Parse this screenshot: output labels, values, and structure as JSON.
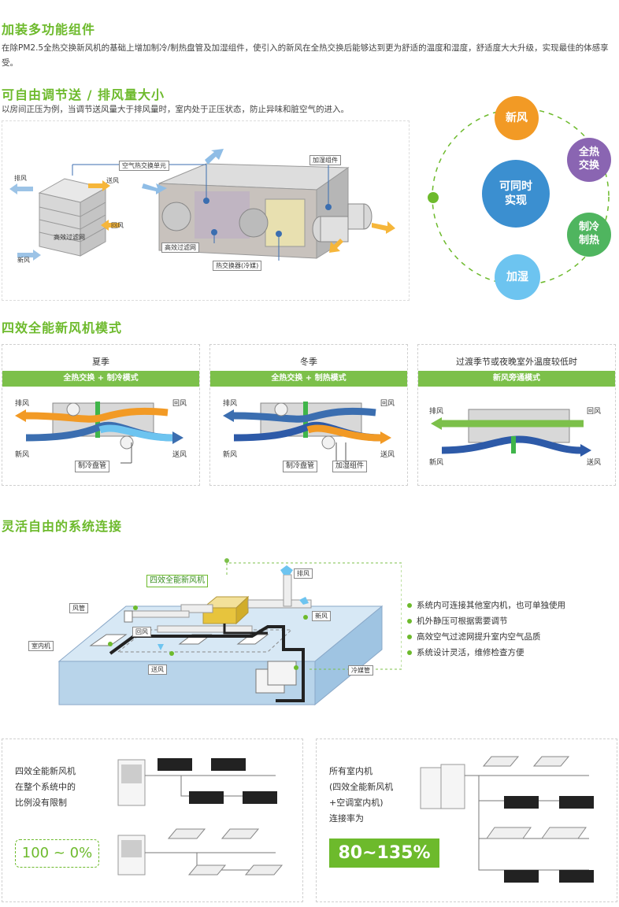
{
  "section1": {
    "title": "加装多功能组件",
    "desc": "在除PM2.5全热交换新风机的基础上增加制冷/制热盘管及加湿组件，使引入的新风在全热交换后能够达到更为舒适的温度和湿度，舒适度大大升级，实现最佳的体感享受。"
  },
  "section2": {
    "title": "可自由调节送 / 排风量大小",
    "desc": "以房间正压为例，当调节送风量大于排风量时，室内处于正压状态，防止异味和脏空气的进入。",
    "diagram_labels": {
      "exhaust": "排风",
      "supply": "送风",
      "return": "回风",
      "filter_core": "高效过滤网",
      "fresh": "新风",
      "heat_exchange_unit": "空气热交换单元",
      "humidifier": "加湿组件",
      "filter": "高效过滤网",
      "coil": "热交换器(冷媒)"
    },
    "circles": {
      "center": "可同时\n实现",
      "fresh_air": "新风",
      "heat_exchange": "全热\n交换",
      "cool_heat": "制冷\n制热",
      "humidify": "加湿"
    }
  },
  "section3": {
    "title": "四效全能新风机模式",
    "modes": [
      {
        "season": "夏季",
        "mode": "全热交换 + 制冷模式",
        "exhaust": "排风",
        "return": "回风",
        "fresh": "新风",
        "supply": "送风",
        "tags": [
          "制冷盘管"
        ]
      },
      {
        "season": "冬季",
        "mode": "全热交换 + 制热模式",
        "exhaust": "排风",
        "return": "回风",
        "fresh": "新风",
        "supply": "送风",
        "tags": [
          "制冷盘管",
          "加湿组件"
        ]
      },
      {
        "season": "过渡季节或夜晚室外温度较低时",
        "mode": "新风旁通模式",
        "exhaust": "排风",
        "return": "回风",
        "fresh": "新风",
        "supply": "送风",
        "tags": []
      }
    ]
  },
  "section4": {
    "title": "灵活自由的系统连接",
    "labels": {
      "unit": "四效全能新风机",
      "exhaust": "排风",
      "fresh": "新风",
      "duct": "风管",
      "return": "回风",
      "indoor": "室内机",
      "supply": "送风",
      "refrigerant": "冷媒管"
    },
    "bullets": [
      "系统内可连接其他室内机，也可单独使用",
      "机外静压可根据需要调节",
      "高效空气过滤网提升室内空气品质",
      "系统设计灵活，维修检查方便"
    ]
  },
  "ratio_left": {
    "text1": "四效全能新风机",
    "text2": "在整个系统中的",
    "text3": "比例没有限制",
    "value": "100 ~ 0%"
  },
  "ratio_right": {
    "text1": "所有室内机",
    "text2": "(四效全能新风机",
    "text3": "+空调室内机)",
    "text4": "连接率为",
    "value": "80~135%"
  },
  "colors": {
    "green": "#6dba2c",
    "orange": "#f29a25",
    "purple": "#8a65b2",
    "blue": "#3b8fd0",
    "light_blue": "#6dc4f0"
  }
}
